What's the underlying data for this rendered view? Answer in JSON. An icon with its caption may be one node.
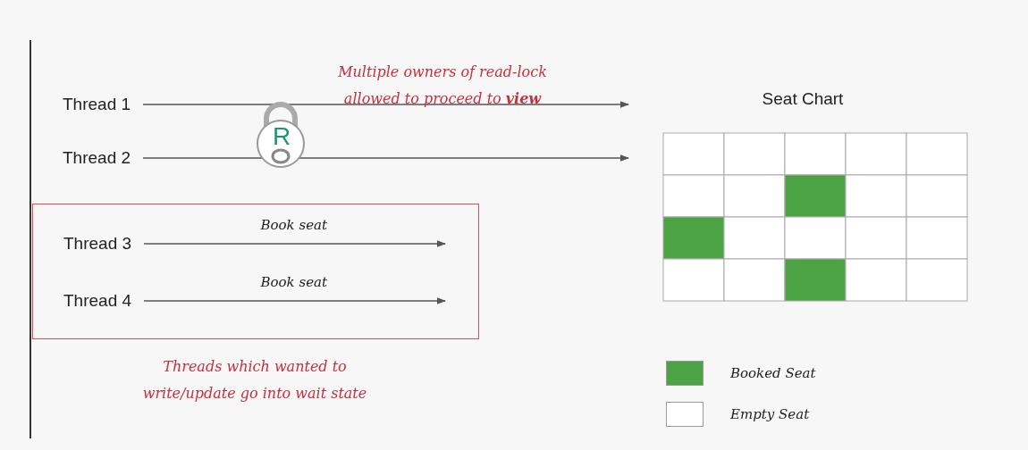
{
  "diagram": {
    "nodes": [
      {
        "text": [
          "Thread 1"
        ]
      },
      {
        "text": [
          "Thread 2"
        ]
      },
      {
        "text": [
          "R"
        ]
      },
      {
        "text": [],
        "shape": "box",
        "beside": [
          "Threads which wanted to write/update go into wait state"
        ]
      },
      {
        "text": [
          "Thread 3"
        ],
        "in": 3
      },
      {
        "text": [
          "Thread 4"
        ],
        "in": 3
      }
    ],
    "edges": [
      {
        "from": 0,
        "to": null,
        "arrow": "to"
      },
      {
        "from": 1,
        "to": null,
        "arrow": "to"
      },
      {
        "from": 4,
        "to": null,
        "arrow": "to",
        "label": "Book seat"
      },
      {
        "from": 5,
        "to": null,
        "arrow": "to",
        "label": "Book seat"
      }
    ],
    "labels": [
      "Multiple owners of read-lock allowed to proceed to **view**",
      "Seat Chart"
    ],
    "legend": [
      {
        "text": "Booked Seat",
        "color": "#4ca343"
      },
      {
        "text": "Empty Seat",
        "color": "#ffffff"
      }
    ]
  }
}
